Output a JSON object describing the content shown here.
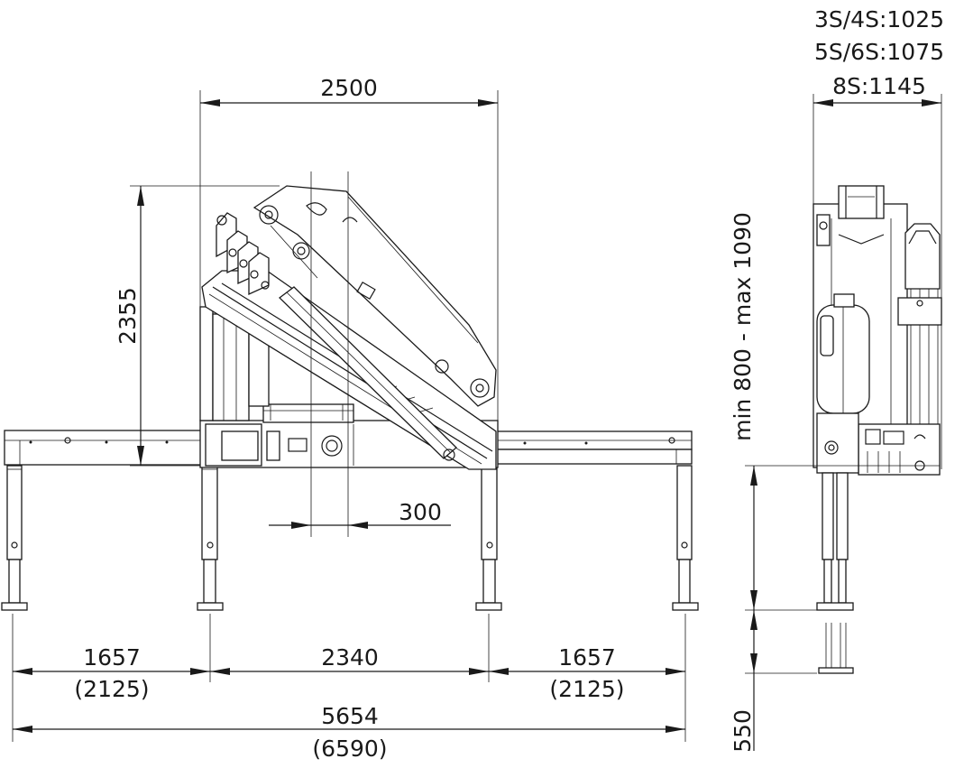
{
  "dimensions": {
    "top_width": "2500",
    "height": "2355",
    "slew_offset": "300",
    "left_span": "1657",
    "left_span_ext": "(2125)",
    "center_span": "2340",
    "right_span": "1657",
    "right_span_ext": "(2125)",
    "overall_span": "5654",
    "overall_span_ext": "(6590)",
    "side_width_1": "3S/4S:1025",
    "side_width_2": "5S/6S:1075",
    "side_width_3": "8S:1145",
    "frame_height": "min 800 - max 1090",
    "leg_extension": "550"
  }
}
